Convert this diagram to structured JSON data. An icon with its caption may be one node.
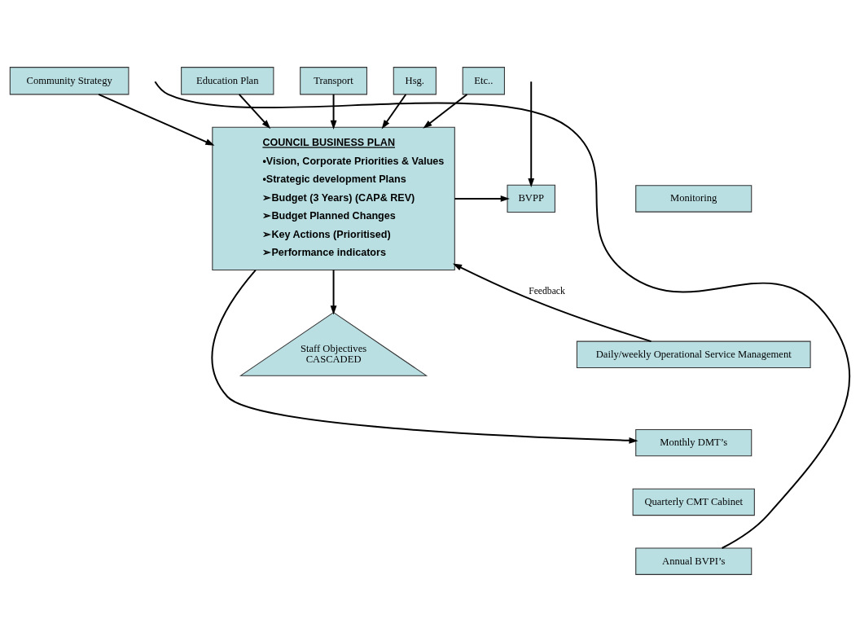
{
  "diagram": {
    "nodes": [
      {
        "text": [
          "Community Strategy"
        ]
      },
      {
        "text": [
          "Education Plan"
        ]
      },
      {
        "text": [
          "Transport"
        ]
      },
      {
        "text": [
          "Hsg."
        ]
      },
      {
        "text": [
          "Etc.."
        ]
      },
      {
        "text": [
          "COUNCIL BUSINESS PLAN",
          "•Vision, Corporate Priorities & Values",
          "•Strategic development Plans",
          "➢Budget (3 Years) (CAP& REV)",
          "➢Budget Planned Changes",
          "➢Key Actions (Prioritised)",
          "➢Performance indicators"
        ]
      },
      {
        "text": [
          "Monitoring"
        ]
      },
      {
        "text": [
          "Daily/weekly Operational Service Management"
        ]
      },
      {
        "text": [
          "Monthly DMT’s"
        ]
      },
      {
        "text": [
          "Quarterly CMT Cabinet"
        ]
      },
      {
        "text": [
          "Annual BVPI’s"
        ]
      },
      {
        "text": [
          "BVPP"
        ]
      },
      {
        "text": [
          "Staff Objectives",
          "CASCADED"
        ]
      }
    ],
    "edges": [
      {
        "from": 0,
        "to": 5,
        "arrow": "to"
      },
      {
        "from": 1,
        "to": 5,
        "arrow": "to"
      },
      {
        "from": 2,
        "to": 5,
        "arrow": "to"
      },
      {
        "from": 3,
        "to": 5,
        "arrow": "to"
      },
      {
        "from": 4,
        "to": 5,
        "arrow": "to"
      },
      {
        "from": 7,
        "to": 5,
        "arrow": "to",
        "label": "Feedback"
      },
      {
        "from": 5,
        "to": 8,
        "arrow": "to"
      },
      {
        "from": 5,
        "to": 11,
        "arrow": "to"
      },
      {
        "from": 5,
        "to": 12,
        "arrow": "to"
      },
      {
        "from": 10,
        "to": null,
        "arrow": "none"
      },
      {
        "from": null,
        "to": 11,
        "arrow": "to"
      }
    ]
  }
}
